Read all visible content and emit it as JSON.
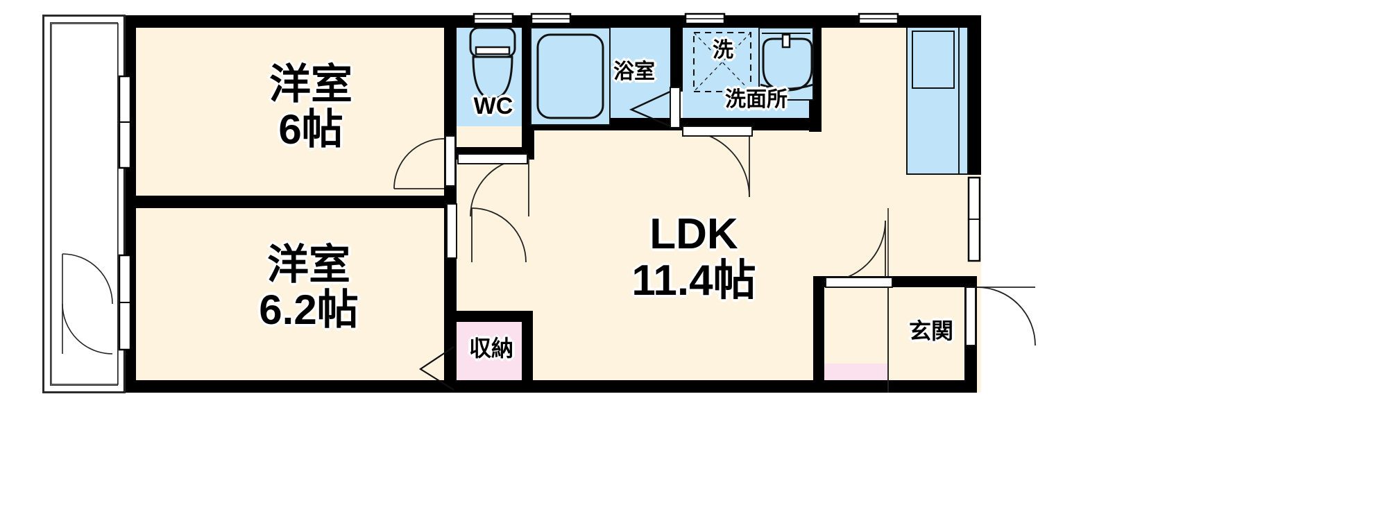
{
  "plan": {
    "type": "japanese-floor-plan",
    "layout_code": "2LDK",
    "unit": "帖",
    "colors": {
      "wall": "#000000",
      "room_floor": "#fdf3df",
      "wet_area": "#bfe4fa",
      "entry_tile": "#fbe0ee",
      "closet_tile": "#fbe0ee",
      "outline": "#1a1a1a",
      "background": "#ffffff"
    },
    "rooms": [
      {
        "id": "washitsu-top",
        "name": "洋室",
        "size": "6帖",
        "area_value": 6.0,
        "floor": "room_floor"
      },
      {
        "id": "washitsu-bottom",
        "name": "洋室",
        "size": "6.2帖",
        "area_value": 6.2,
        "floor": "room_floor"
      },
      {
        "id": "ldk",
        "name": "LDK",
        "size": "11.4帖",
        "area_value": 11.4,
        "floor": "room_floor"
      },
      {
        "id": "wc",
        "name": "WC",
        "size": "",
        "area_value": null,
        "floor": "wet_area"
      },
      {
        "id": "bath",
        "name": "浴室",
        "size": "",
        "area_value": null,
        "floor": "wet_area"
      },
      {
        "id": "washroom",
        "name": "洗面所",
        "size": "",
        "area_value": null,
        "floor": "wet_area"
      },
      {
        "id": "closet",
        "name": "収納",
        "size": "",
        "area_value": null,
        "floor": "room_floor"
      },
      {
        "id": "entrance",
        "name": "玄関",
        "size": "",
        "area_value": null,
        "floor": "room_floor"
      }
    ],
    "fixtures": [
      {
        "id": "washer-space",
        "label": "洗",
        "notation": "dashed-box-with-cross"
      },
      {
        "id": "toilet",
        "label": "",
        "notation": "western-toilet-icon"
      },
      {
        "id": "bathtub",
        "label": "",
        "notation": "rounded-rect-tub"
      },
      {
        "id": "vanity-sink",
        "label": "",
        "notation": "basin-with-faucet"
      },
      {
        "id": "kitchen-sink",
        "label": "",
        "notation": "counter-with-sink"
      }
    ]
  },
  "labels": {
    "room_top_name": "洋室",
    "room_top_size": "6帖",
    "room_bottom_name": "洋室",
    "room_bottom_size": "6.2帖",
    "wc": "WC",
    "bath": "浴室",
    "washer": "洗",
    "washroom": "洗面所",
    "ldk_name": "LDK",
    "ldk_size": "11.4帖",
    "closet": "収納",
    "entrance": "玄関"
  }
}
